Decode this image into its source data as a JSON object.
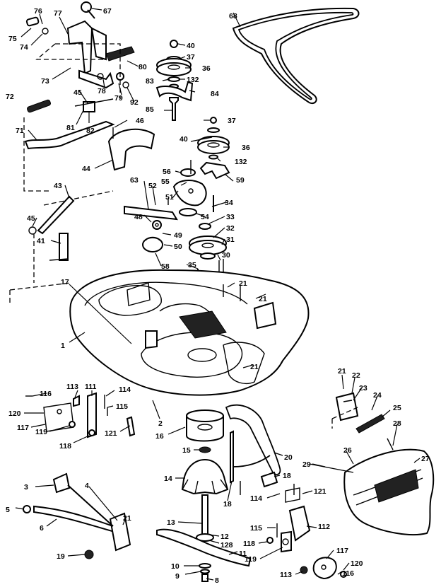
{
  "callouts": [
    "76",
    "77",
    "67",
    "68",
    "75",
    "74",
    "40",
    "37",
    "36",
    "83",
    "132",
    "84",
    "85",
    "73",
    "80",
    "78",
    "79",
    "92",
    "72",
    "45",
    "81",
    "82",
    "71",
    "46",
    "44",
    "40",
    "37",
    "36",
    "56",
    "132",
    "59",
    "55",
    "63",
    "52",
    "51",
    "34",
    "54",
    "33",
    "48",
    "49",
    "32",
    "31",
    "50",
    "58",
    "35",
    "30",
    "43",
    "45",
    "41",
    "17",
    "21",
    "21",
    "1",
    "2",
    "21",
    "116",
    "113",
    "111",
    "114",
    "115",
    "120",
    "117",
    "119",
    "118",
    "121",
    "16",
    "15",
    "14",
    "20",
    "18",
    "18",
    "3",
    "4",
    "5",
    "6",
    "21",
    "13",
    "12",
    "128",
    "11",
    "19",
    "10",
    "9",
    "8",
    "114",
    "121",
    "115",
    "112",
    "118",
    "119",
    "117",
    "120",
    "116",
    "113",
    "21",
    "22",
    "23",
    "24",
    "25",
    "28",
    "26",
    "29",
    "27"
  ]
}
